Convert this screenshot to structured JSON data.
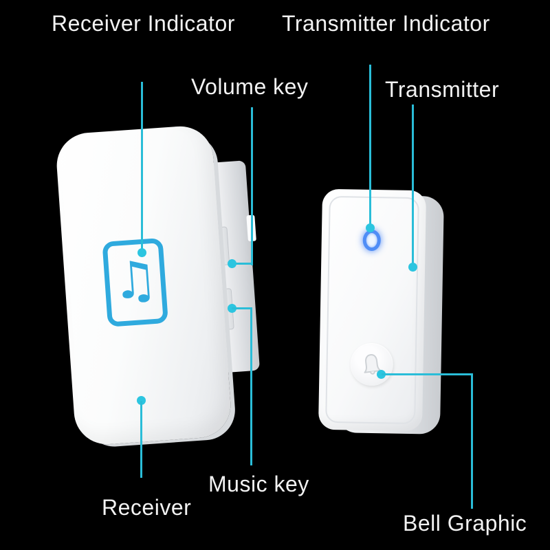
{
  "scene": {
    "background_color": "#000000",
    "label_color": "#f2f2f2",
    "callout_color": "#2abdd8",
    "icon_blue": "#2faade",
    "led_blue": "#4f8df6"
  },
  "labels": {
    "receiver_indicator": "Receiver Indicator",
    "transmitter_indicator": "Transmitter Indicator",
    "volume_key": "Volume key",
    "transmitter": "Transmitter",
    "music_key": "Music key",
    "receiver": "Receiver",
    "bell_graphic": "Bell Graphic"
  },
  "icons": {
    "music_note_glyph": "♫"
  }
}
